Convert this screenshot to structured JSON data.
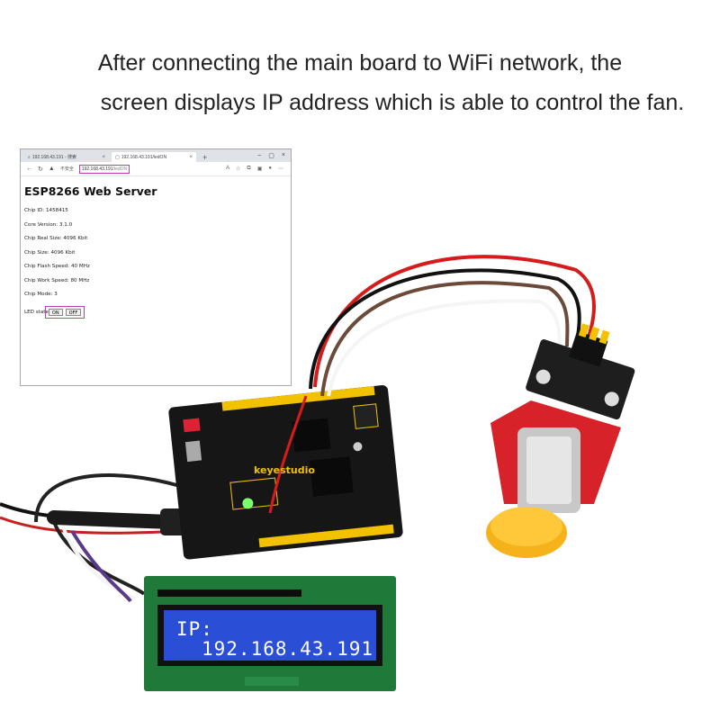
{
  "caption": {
    "line1": "After connecting the main board to WiFi network, the",
    "line2": "screen displays IP address which is able to control the fan."
  },
  "browser": {
    "tabs": [
      {
        "label": "192.168.43.191 - 搜索",
        "active": false
      },
      {
        "label": "192.168.43.191/ledON",
        "active": true
      }
    ],
    "new_tab_symbol": "+",
    "security_text": "不安全",
    "url_host": "192.168.43.191",
    "url_path": "/ledON",
    "page_title": "ESP8266 Web Server",
    "info": [
      "Chip ID: 1458415",
      "Core Version: 3.1.0",
      "Chip Real Size: 4096 Kbit",
      "Chip Size: 4096 Kbit",
      "Chip Flash Speed: 40 MHz",
      "Chip Work Speed: 80 MHz",
      "Chip Mode: 3"
    ],
    "led_label": "LED state",
    "on_label": "ON",
    "off_label": "OFF"
  },
  "board": {
    "brand": "keyestudio"
  },
  "lcd": {
    "line1": "IP:",
    "line2": "192.168.43.191",
    "backlight_color": "#2a4fd6",
    "pcb_color": "#1f7a3a"
  }
}
